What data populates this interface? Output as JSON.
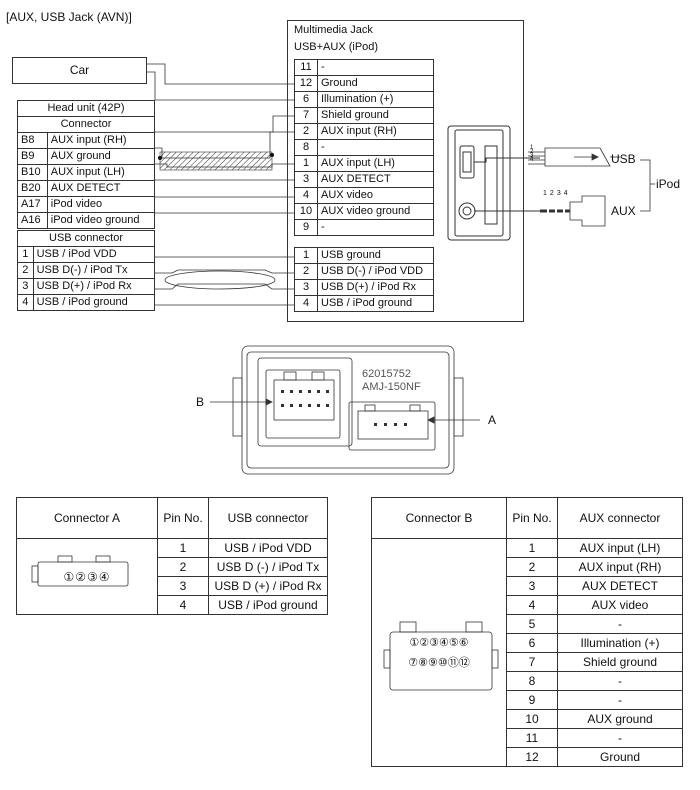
{
  "title": "[AUX, USB Jack (AVN)]",
  "car_label": "Car",
  "head_unit": {
    "title": "Head unit (42P)",
    "subtitle": "Connector",
    "rows": [
      {
        "pin": "B8",
        "signal": "AUX input (RH)"
      },
      {
        "pin": "B9",
        "signal": "AUX ground"
      },
      {
        "pin": "B10",
        "signal": "AUX input (LH)"
      },
      {
        "pin": "B20",
        "signal": "AUX DETECT"
      },
      {
        "pin": "A17",
        "signal": "iPod video"
      },
      {
        "pin": "A16",
        "signal": "iPod video ground"
      }
    ]
  },
  "usb_connector_left": {
    "title": "USB connector",
    "rows": [
      {
        "pin": "1",
        "signal": "USB / iPod VDD"
      },
      {
        "pin": "2",
        "signal": "USB D(-) / iPod Tx"
      },
      {
        "pin": "3",
        "signal": "USB D(+) / iPod Rx"
      },
      {
        "pin": "4",
        "signal": "USB / iPod ground"
      }
    ]
  },
  "multimedia_jack": {
    "title": "Multimedia Jack",
    "subtitle": "USB+AUX (iPod)",
    "aux_rows": [
      {
        "pin": "11",
        "signal": "-"
      },
      {
        "pin": "12",
        "signal": "Ground"
      },
      {
        "pin": "6",
        "signal": "Illumination (+)"
      },
      {
        "pin": "7",
        "signal": "Shield ground"
      },
      {
        "pin": "2",
        "signal": "AUX input (RH)"
      },
      {
        "pin": "8",
        "signal": "-"
      },
      {
        "pin": "1",
        "signal": "AUX input (LH)"
      },
      {
        "pin": "3",
        "signal": "AUX DETECT"
      },
      {
        "pin": "4",
        "signal": "AUX video"
      },
      {
        "pin": "10",
        "signal": "AUX video ground"
      },
      {
        "pin": "9",
        "signal": "-"
      }
    ],
    "usb_rows": [
      {
        "pin": "1",
        "signal": "USB ground"
      },
      {
        "pin": "2",
        "signal": "USB D(-) / iPod VDD"
      },
      {
        "pin": "3",
        "signal": "USB D(+) / iPod Rx"
      },
      {
        "pin": "4",
        "signal": "USB / iPod ground"
      }
    ]
  },
  "ipod_labels": {
    "usb": "USB",
    "aux": "AUX",
    "ipod": "iPod",
    "usb_pins": [
      "1",
      "2",
      "3",
      "4"
    ],
    "aux_pins": [
      "1",
      "2",
      "3",
      "4"
    ]
  },
  "jack_drawing": {
    "part1": "62015752",
    "part2": "AMJ-150NF",
    "label_a": "A",
    "label_b": "B"
  },
  "connector_a": {
    "header": {
      "connector": "Connector A",
      "pin": "Pin No.",
      "name": "USB connector"
    },
    "face_pins": [
      "①",
      "②",
      "③",
      "④"
    ],
    "rows": [
      {
        "pin": "1",
        "name": "USB / iPod VDD"
      },
      {
        "pin": "2",
        "name": "USB D (-) / iPod Tx"
      },
      {
        "pin": "3",
        "name": "USB D (+) / iPod Rx"
      },
      {
        "pin": "4",
        "name": "USB / iPod ground"
      }
    ]
  },
  "connector_b": {
    "header": {
      "connector": "Connector B",
      "pin": "Pin No.",
      "name": "AUX connector"
    },
    "face_row1": [
      "①",
      "②",
      "③",
      "④",
      "⑤",
      "⑥"
    ],
    "face_row2": [
      "⑦",
      "⑧",
      "⑨",
      "⑩",
      "⑪",
      "⑫"
    ],
    "rows": [
      {
        "pin": "1",
        "name": "AUX input (LH)"
      },
      {
        "pin": "2",
        "name": "AUX input (RH)"
      },
      {
        "pin": "3",
        "name": "AUX DETECT"
      },
      {
        "pin": "4",
        "name": "AUX video"
      },
      {
        "pin": "5",
        "name": "-"
      },
      {
        "pin": "6",
        "name": "Illumination (+)"
      },
      {
        "pin": "7",
        "name": "Shield ground"
      },
      {
        "pin": "8",
        "name": "-"
      },
      {
        "pin": "9",
        "name": "-"
      },
      {
        "pin": "10",
        "name": "AUX ground"
      },
      {
        "pin": "11",
        "name": "-"
      },
      {
        "pin": "12",
        "name": "Ground"
      }
    ]
  }
}
